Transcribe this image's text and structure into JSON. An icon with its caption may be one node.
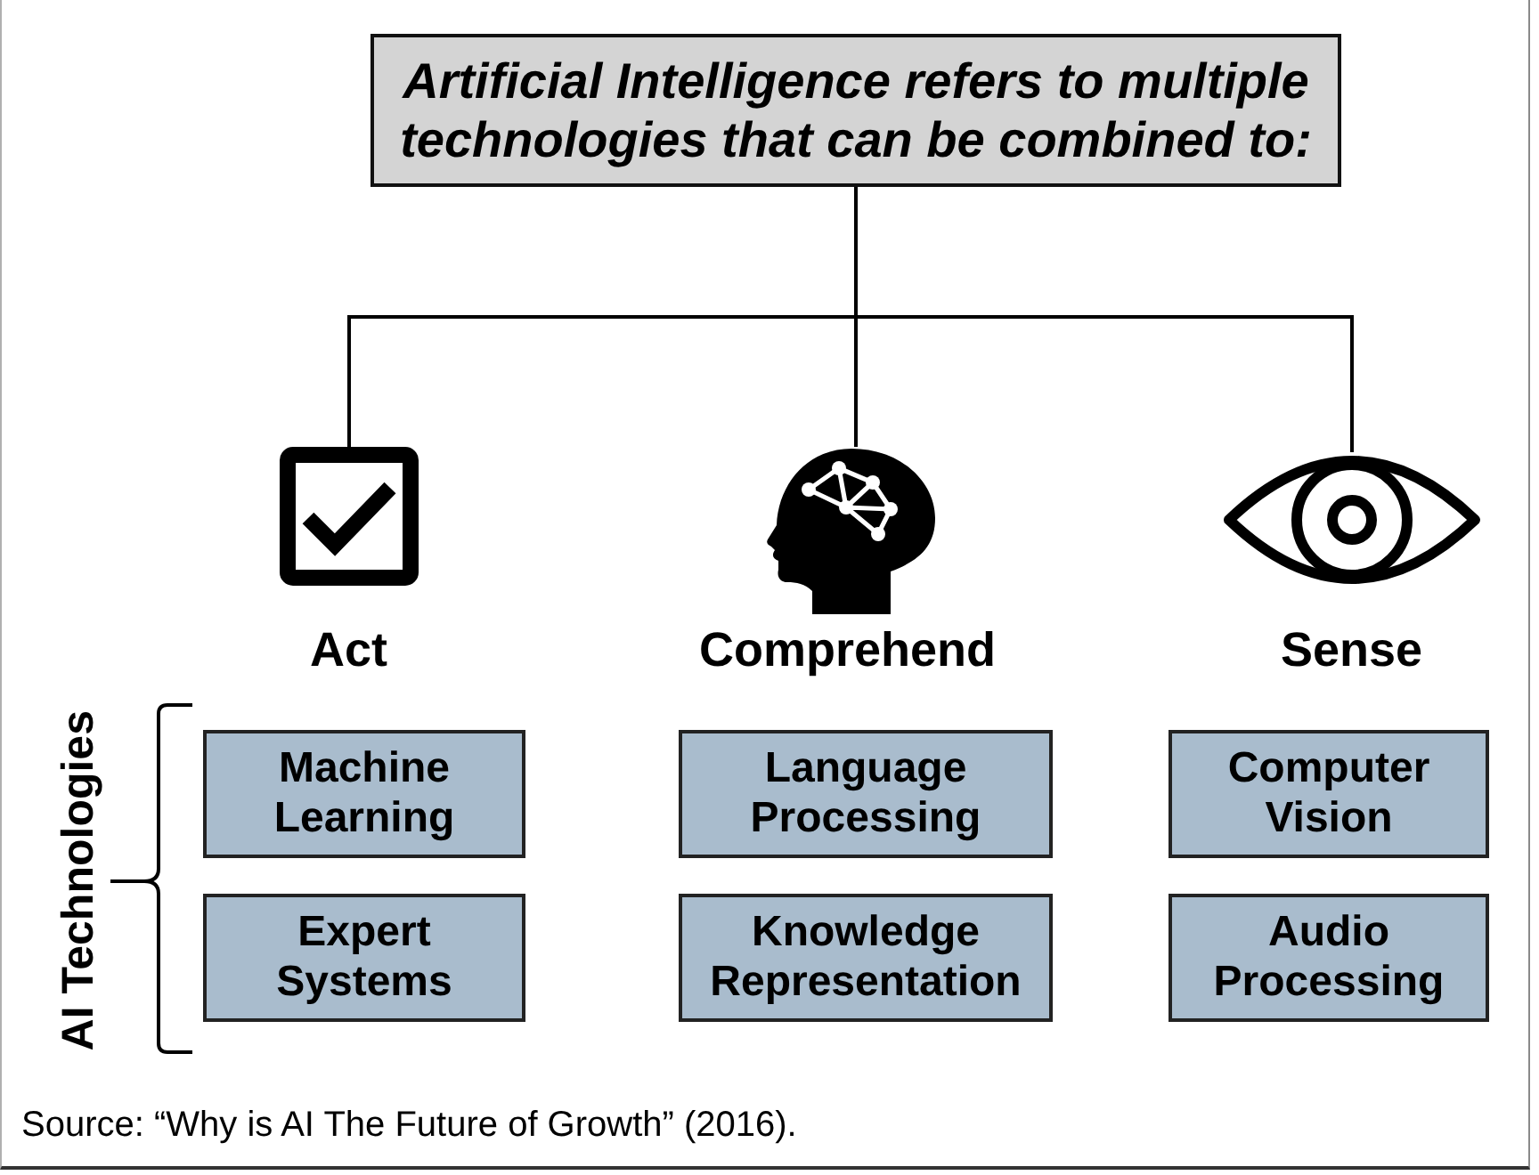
{
  "diagram": {
    "nodes": [
      {
        "text": [
          "Artificial Intelligence refers to multiple technologies that can be combined to:"
        ]
      },
      {
        "text": [],
        "shape": "picture",
        "beside": [
          "Act"
        ]
      },
      {
        "text": [],
        "shape": "picture",
        "beside": [
          "Comprehend"
        ]
      },
      {
        "text": [],
        "shape": "picture",
        "beside": [
          "Sense"
        ]
      },
      {
        "text": [
          "Machine Learning"
        ]
      },
      {
        "text": [
          "Language Processing"
        ]
      },
      {
        "text": [
          "Computer Vision"
        ]
      },
      {
        "text": [
          "Expert Systems"
        ]
      },
      {
        "text": [
          "Knowledge Representation"
        ]
      },
      {
        "text": [
          "Audio Processing"
        ]
      }
    ],
    "edges": [
      {
        "from": 0,
        "to": 1,
        "arrow": "none"
      },
      {
        "from": 0,
        "to": 2,
        "arrow": "none"
      },
      {
        "from": 0,
        "to": 3,
        "arrow": "none"
      }
    ],
    "labels": [
      "AI Technologies"
    ],
    "caption": "Source: “Why is AI The Future of Growth” (2016)."
  }
}
